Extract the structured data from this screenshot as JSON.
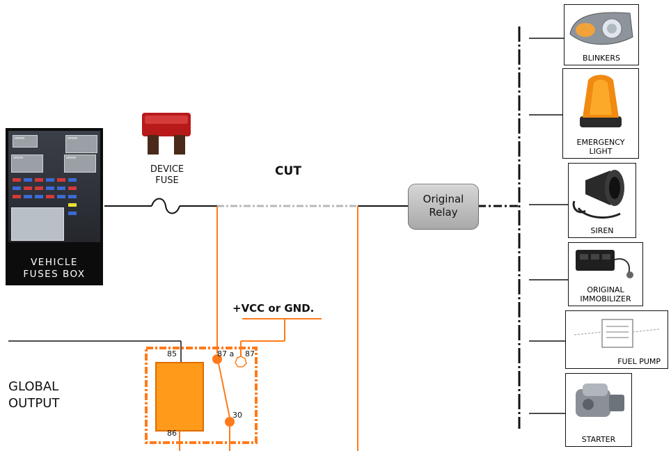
{
  "fuse_box": {
    "line1": "VEHICLE",
    "line2": "FUSES BOX",
    "icon": "fuse-box-photo"
  },
  "device_fuse": {
    "line1": "DEVICE",
    "line2": "FUSE",
    "icon": "blade-fuse-photo"
  },
  "cut_label": "CUT",
  "original_relay": {
    "line1": "Original",
    "line2": "Relay"
  },
  "vcc_label": "+VCC or GND.",
  "global_output": {
    "line1": "GLOBAL",
    "line2": "OUTPUT"
  },
  "relay_pins": {
    "p85": "85",
    "p86": "86",
    "p87a": "87 a",
    "p87": "87",
    "p30": "30"
  },
  "loads": [
    {
      "label": "BLINKERS",
      "icon": "headlight-icon"
    },
    {
      "label_line1": "EMERGENCY",
      "label_line2": "LIGHT",
      "icon": "beacon-light-icon"
    },
    {
      "label": "SIREN",
      "icon": "siren-icon"
    },
    {
      "label_line1": "ORIGINAL",
      "label_line2": "IMMOBILIZER",
      "icon": "immobilizer-icon"
    },
    {
      "label": "FUEL PUMP",
      "icon": "fuel-pump-icon"
    },
    {
      "label": "STARTER",
      "icon": "starter-motor-icon"
    }
  ],
  "colors": {
    "wire": "#111111",
    "relay_orange": "#ff8a00",
    "relay_dash": "#ff7a1a",
    "cut_dash": "#b8b8b8"
  }
}
